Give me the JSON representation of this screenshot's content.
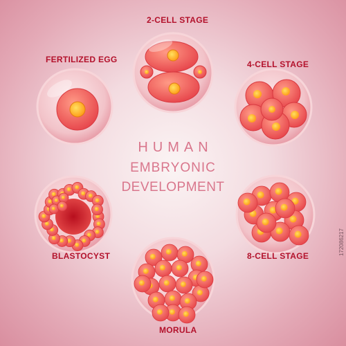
{
  "title": {
    "line1": "HUMAN",
    "line2": "EMBRYONIC",
    "line3": "DEVELOPMENT"
  },
  "stages": {
    "fertilized_egg": "FERTILIZED EGG",
    "two_cell": "2-CELL STAGE",
    "four_cell": "4-CELL STAGE",
    "eight_cell": "8-CELL STAGE",
    "morula": "MORULA",
    "blastocyst": "BLASTOCYST"
  },
  "watermark": "172086217",
  "colors": {
    "label": "#b3112b",
    "title": "#d9768c",
    "cell_fill": "#f06a60",
    "nucleus": "#ffb52e"
  }
}
